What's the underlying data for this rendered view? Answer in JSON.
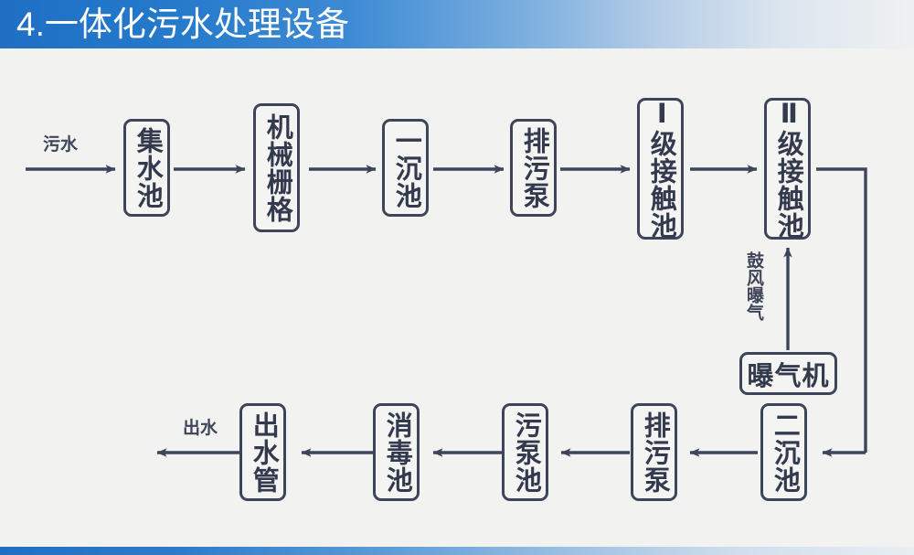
{
  "header": {
    "title": "4.一体化污水处理设备",
    "gradient_start": "#1f6fc4",
    "gradient_end": "#eff1f1"
  },
  "footer": {
    "gradient_start": "#1f6fc4",
    "gradient_end": "#e9eef3"
  },
  "theme": {
    "background": "#f2f2f1",
    "line_color": "#3e455a",
    "text_color": "#333a4d",
    "box_fill": "#f4f4f3"
  },
  "diagram": {
    "type": "process-flow",
    "title": "一体化污水处理设备",
    "inlet_label": "污水",
    "outlet_label": "出水",
    "aeration_label": "鼓风曝气",
    "row_top": [
      {
        "id": "collection-tank",
        "label": "集水池",
        "orientation": "vertical"
      },
      {
        "id": "mechanical-grid",
        "label": "机械栅格",
        "orientation": "vertical"
      },
      {
        "id": "primary-settling-tank",
        "label": "一沉池",
        "orientation": "vertical"
      },
      {
        "id": "sewage-pump-1",
        "label": "排污泵",
        "orientation": "vertical"
      },
      {
        "id": "contact-tank-1",
        "label": "Ⅰ级接触池",
        "orientation": "vertical"
      },
      {
        "id": "contact-tank-2",
        "label": "Ⅱ级接触池",
        "orientation": "vertical"
      }
    ],
    "row_bottom": [
      {
        "id": "effluent-pipe",
        "label": "出水管",
        "orientation": "vertical"
      },
      {
        "id": "disinfection-tank",
        "label": "消毒池",
        "orientation": "vertical"
      },
      {
        "id": "sludge-pump-tank",
        "label": "污泵池",
        "orientation": "vertical"
      },
      {
        "id": "sewage-pump-2",
        "label": "排污泵",
        "orientation": "vertical"
      },
      {
        "id": "secondary-settling-tank",
        "label": "二沉池",
        "orientation": "vertical"
      }
    ],
    "aux": [
      {
        "id": "aerator",
        "label": "曝气机",
        "orientation": "horizontal"
      }
    ]
  }
}
